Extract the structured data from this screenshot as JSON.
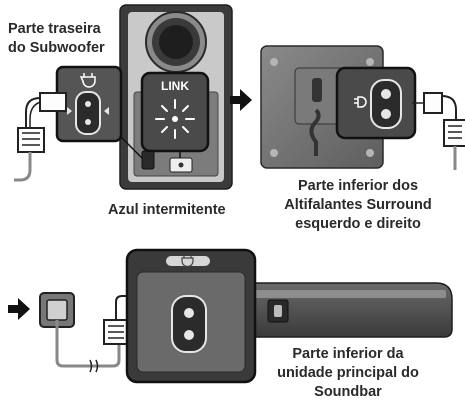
{
  "labels": {
    "subwoofer_back": [
      "Parte traseira",
      "do Subwoofer"
    ],
    "link_text": "LINK",
    "blinking": "Azul intermitente",
    "surround_bottom": [
      "Parte inferior dos",
      "Altifalantes Surround",
      "esquerdo e direito"
    ],
    "soundbar_bottom": [
      "Parte inferior da",
      "unidade principal do",
      "Soundbar"
    ]
  },
  "colors": {
    "device_dark": "#2f2f2f",
    "device_mid": "#6e6e6e",
    "device_light": "#bdbdbd",
    "panel_grey": "#9a9a9a",
    "outline": "#1f1f1f",
    "arrow": "#111111"
  },
  "icons": [
    "power-plug-icon",
    "arrow-right-icon",
    "wall-outlet-icon",
    "link-blink-icon"
  ]
}
